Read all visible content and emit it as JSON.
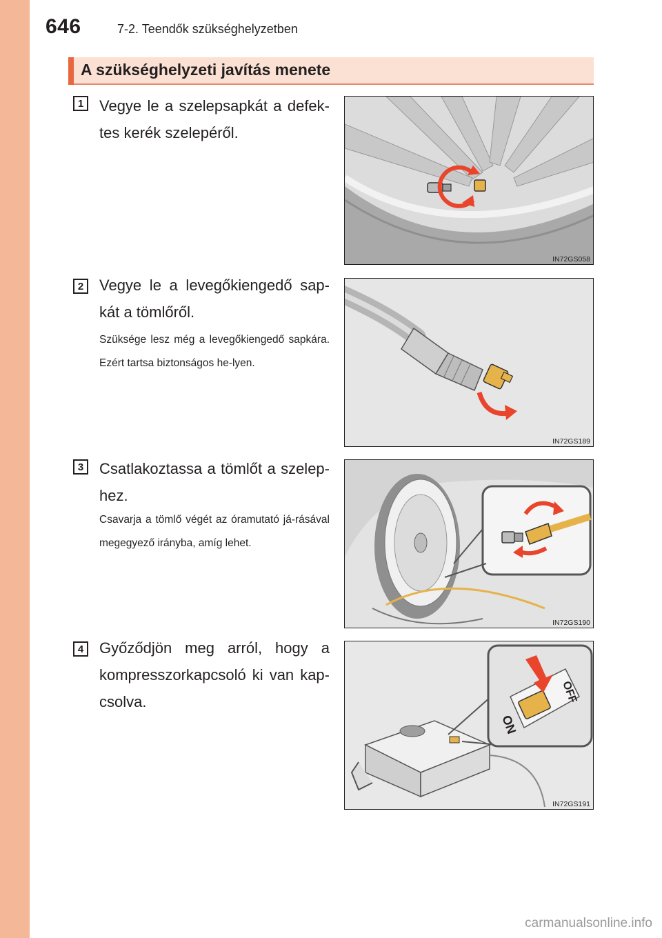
{
  "header": {
    "page_number": "646",
    "chapter": "7-2. Teendők szükséghelyzetben"
  },
  "section": {
    "title": "A szükséghelyzeti javítás menete"
  },
  "steps": [
    {
      "number": "1",
      "text": "Vegye le a szelepsapkát a defek-tes kerék szelepéről.",
      "note": "",
      "figure_code": "IN72GS058"
    },
    {
      "number": "2",
      "text": "Vegye le a levegőkiengedő sap-kát a tömlőről.",
      "note": "Szüksége lesz még a levegőkiengedő sapkára. Ezért tartsa biztonságos he-lyen.",
      "figure_code": "IN72GS189"
    },
    {
      "number": "3",
      "text": "Csatlakoztassa a tömlőt a szelep-hez.",
      "note": "Csavarja a tömlő végét az óramutató já-rásával megegyező irányba, amíg lehet.",
      "figure_code": "IN72GS190"
    },
    {
      "number": "4",
      "text": "Győződjön meg arról, hogy a kompresszorkapcsoló ki van kap-csolva.",
      "note": "",
      "figure_code": "IN72GS191",
      "labels": {
        "off": "OFF",
        "on": "ON"
      }
    }
  ],
  "watermark": "carmanualsonline.info",
  "colors": {
    "side_band": "#f4b899",
    "header_bg": "#fbe1d3",
    "header_accent": "#e8673f",
    "arrow_red": "#e8452c",
    "valve_gold": "#e6b24a"
  }
}
